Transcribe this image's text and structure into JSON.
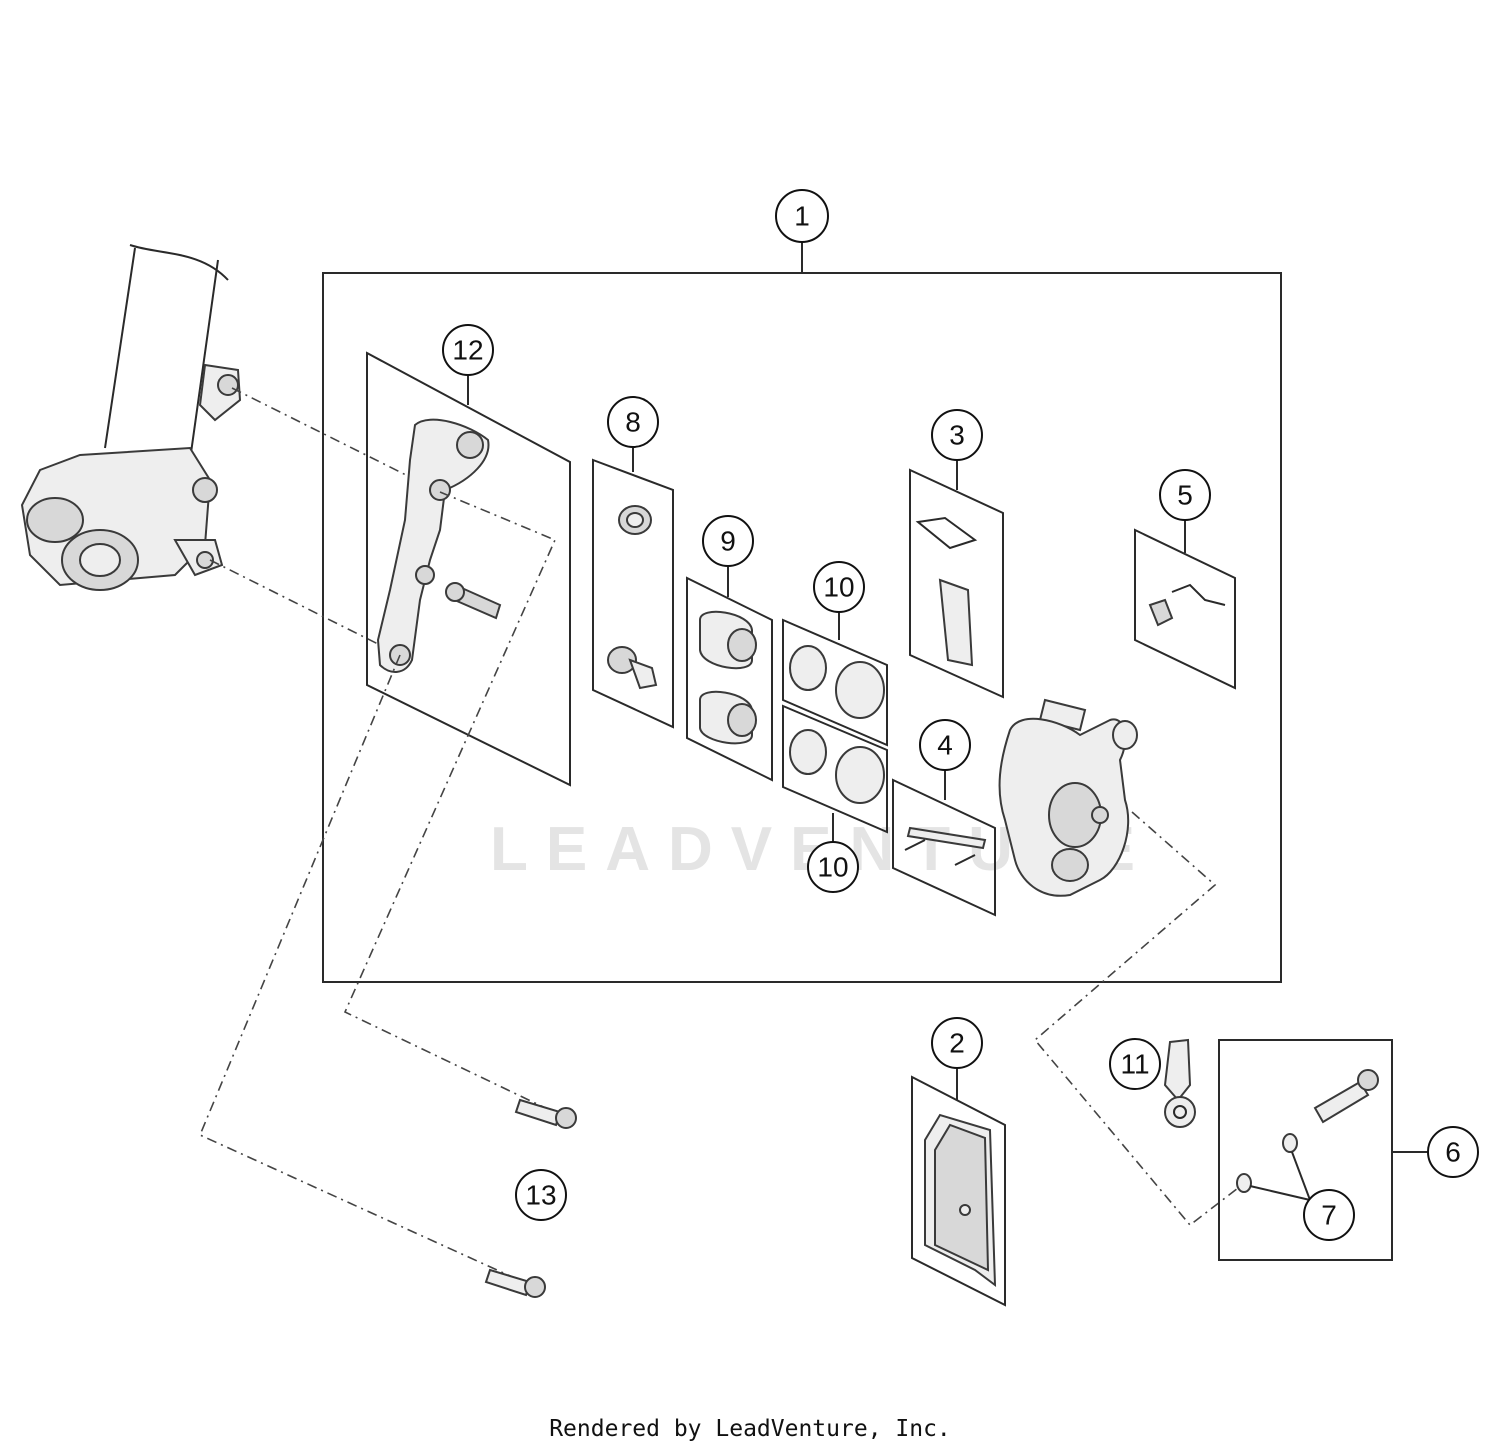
{
  "diagram": {
    "watermark": "LEADVENTURE",
    "callouts": [
      {
        "id": "c1",
        "label": "1"
      },
      {
        "id": "c2",
        "label": "2"
      },
      {
        "id": "c3",
        "label": "3"
      },
      {
        "id": "c4",
        "label": "4"
      },
      {
        "id": "c5",
        "label": "5"
      },
      {
        "id": "c6",
        "label": "6"
      },
      {
        "id": "c7",
        "label": "7"
      },
      {
        "id": "c8",
        "label": "8"
      },
      {
        "id": "c9",
        "label": "9"
      },
      {
        "id": "c10a",
        "label": "10"
      },
      {
        "id": "c10b",
        "label": "10"
      },
      {
        "id": "c11",
        "label": "11"
      },
      {
        "id": "c12",
        "label": "12"
      },
      {
        "id": "c13",
        "label": "13"
      }
    ]
  },
  "footer": {
    "text": "Rendered by LeadVenture, Inc."
  }
}
